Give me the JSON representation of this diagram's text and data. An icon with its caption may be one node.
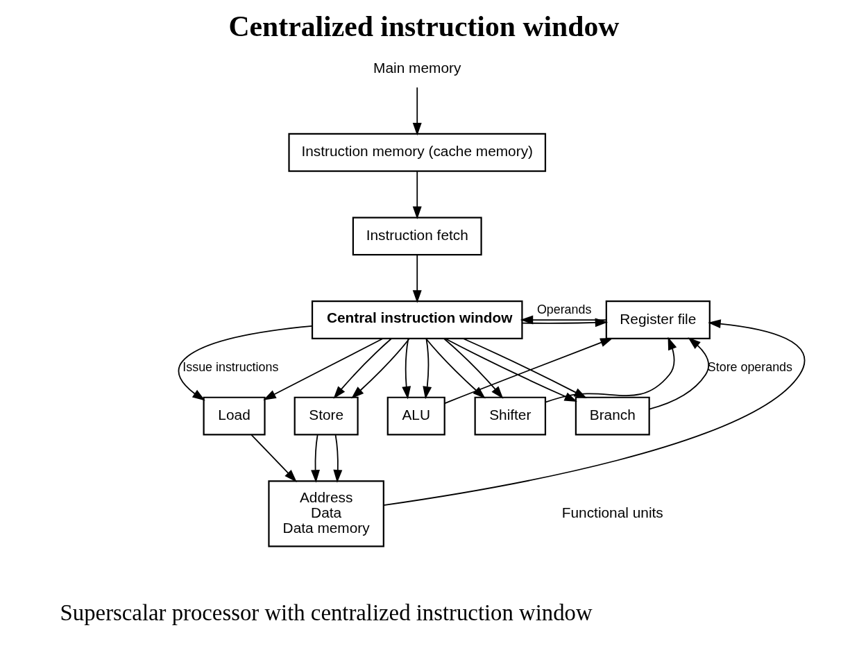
{
  "diagram": {
    "title": "Centralized instruction window",
    "caption": "Superscalar processor with centralized instruction window",
    "nodes": [
      {
        "text": [
          "Main memory"
        ]
      },
      {
        "text": [
          "Instruction memory (cache memory)"
        ]
      },
      {
        "text": [
          "Instruction fetch"
        ]
      },
      {
        "text": [
          "Central instruction window"
        ]
      },
      {
        "text": [
          "Register file"
        ]
      },
      {
        "text": [
          "Load"
        ]
      },
      {
        "text": [
          "Store"
        ]
      },
      {
        "text": [
          "ALU"
        ]
      },
      {
        "text": [
          "Shifter"
        ]
      },
      {
        "text": [
          "Branch"
        ]
      },
      {
        "text": [
          "Address",
          "Data",
          "Data memory"
        ]
      }
    ],
    "edges": [
      {
        "from": 0,
        "to": 1,
        "arrow": "to"
      },
      {
        "from": 1,
        "to": 2,
        "arrow": "to"
      },
      {
        "from": 2,
        "to": 3,
        "arrow": "to"
      },
      {
        "from": 3,
        "to": 4,
        "arrow": "to"
      },
      {
        "from": 4,
        "to": 3,
        "arrow": "to",
        "label": "Operands"
      },
      {
        "from": 3,
        "to": 5,
        "arrow": "to",
        "label": "Issue instructions"
      },
      {
        "from": 3,
        "to": 5,
        "arrow": "to"
      },
      {
        "from": 3,
        "to": 6,
        "arrow": "to"
      },
      {
        "from": 3,
        "to": 6,
        "arrow": "to"
      },
      {
        "from": 3,
        "to": 7,
        "arrow": "to"
      },
      {
        "from": 3,
        "to": 7,
        "arrow": "to"
      },
      {
        "from": 3,
        "to": 8,
        "arrow": "to"
      },
      {
        "from": 3,
        "to": 8,
        "arrow": "to"
      },
      {
        "from": 3,
        "to": 9,
        "arrow": "to"
      },
      {
        "from": 3,
        "to": 9,
        "arrow": "to"
      },
      {
        "from": 5,
        "to": 10,
        "arrow": "to"
      },
      {
        "from": 6,
        "to": 10,
        "arrow": "to"
      },
      {
        "from": 6,
        "to": 10,
        "arrow": "to"
      },
      {
        "from": 10,
        "to": 4,
        "arrow": "to"
      },
      {
        "from": 7,
        "to": 4,
        "arrow": "to"
      },
      {
        "from": 8,
        "to": 4,
        "arrow": "to"
      },
      {
        "from": 9,
        "to": 4,
        "arrow": "to",
        "label": "Store operands"
      }
    ],
    "labels": [
      "Functional units"
    ]
  }
}
